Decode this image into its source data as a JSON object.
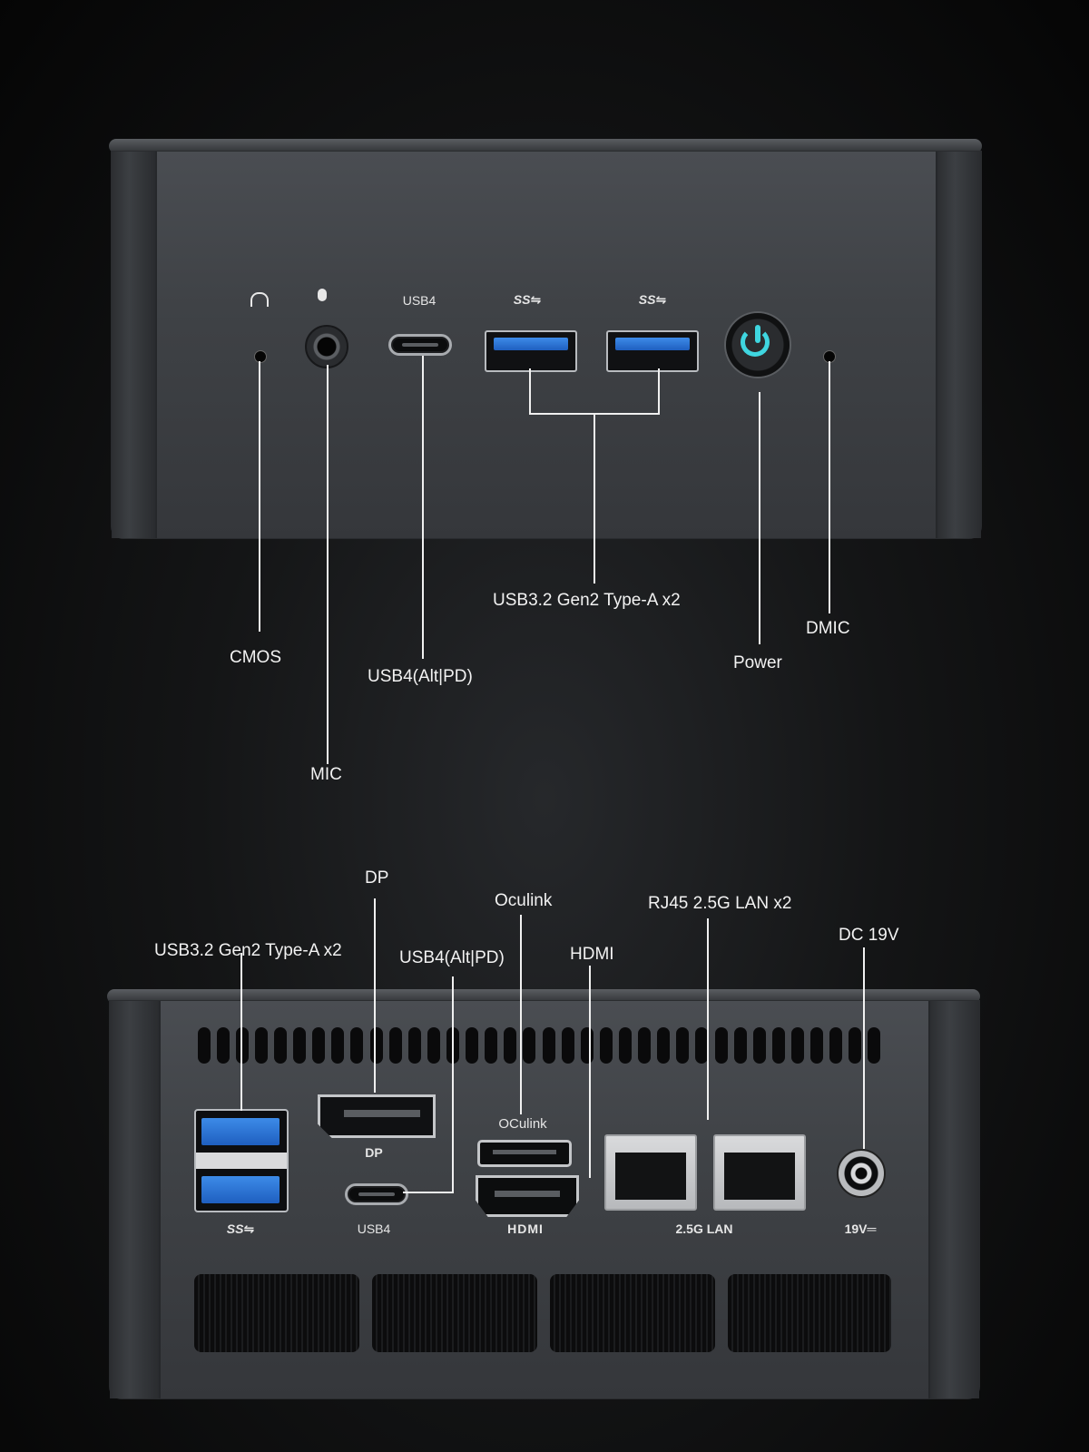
{
  "front": {
    "port_labels": {
      "usb4": "USB4",
      "usb_a_logo_1": "SS⇋",
      "usb_a_logo_2": "SS⇋"
    },
    "callouts": {
      "cmos": "CMOS",
      "mic": "MIC",
      "usb4": "USB4(Alt|PD)",
      "usb_a": "USB3.2 Gen2 Type-A x2",
      "power": "Power",
      "dmic": "DMIC"
    }
  },
  "rear": {
    "port_labels": {
      "usb_a_logo": "SS⇋",
      "dp": "DP",
      "usb4": "USB4",
      "oculink": "OCulink",
      "hdmi": "HDMI",
      "lan": "2.5G LAN",
      "dc": "19V═"
    },
    "callouts": {
      "usb_a": "USB3.2 Gen2 Type-A x2",
      "dp": "DP",
      "usb4": "USB4(Alt|PD)",
      "oculink": "Oculink",
      "hdmi": "HDMI",
      "lan": "RJ45 2.5G LAN x2",
      "dc": "DC 19V"
    }
  },
  "colors": {
    "power_ring": "#3fd6e0",
    "usb_tongue": "#2f78dc"
  }
}
